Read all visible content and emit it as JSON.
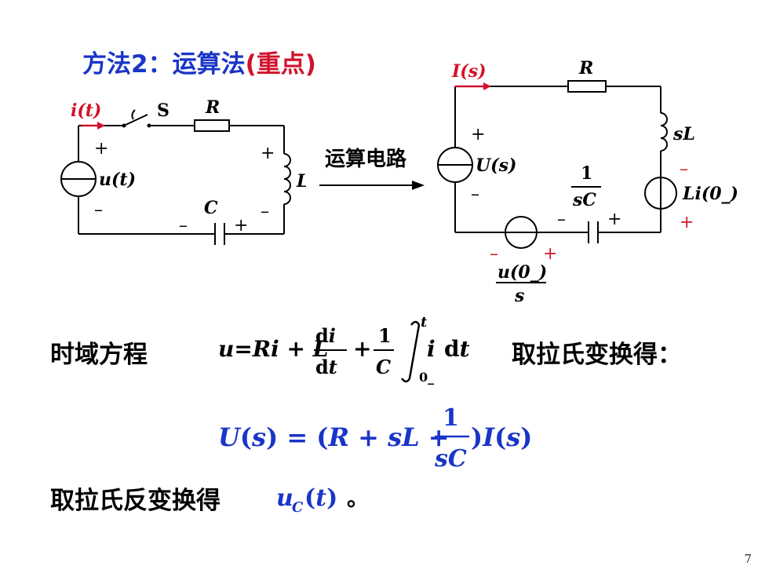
{
  "slide": {
    "title_main": "方法2：运算法",
    "title_paren": "(重点)",
    "page_number": "7"
  },
  "left_circuit": {
    "current": "i(t)",
    "switch": "S",
    "resistor": "R",
    "source": "u(t)",
    "inductor": "L",
    "capacitor": "C",
    "plus": "+",
    "minus": "–"
  },
  "transform_arrow_label": "运算电路",
  "right_circuit": {
    "current": "I(s)",
    "resistor": "R",
    "inductor": "sL",
    "source": "U(s)",
    "ind_source": "Li(0_)",
    "cap_num": "1",
    "cap_den": "sC",
    "cap_src_num": "u(0_)",
    "cap_src_den": "s",
    "plus": "+",
    "minus": "–"
  },
  "equations": {
    "time_domain_label": "时域方程",
    "time_domain_formula": "u=Ri + L di/dt + 1/C ∫ i dt",
    "integral_upper": "t",
    "integral_lower": "0_",
    "laplace_text": "取拉氏变换得：",
    "s_domain_formula": "U(s) = (R + sL + 1/(sC)) I(s)",
    "inverse_text": "取拉氏反变换得",
    "inverse_var": "u_C(t)",
    "period": "。"
  }
}
